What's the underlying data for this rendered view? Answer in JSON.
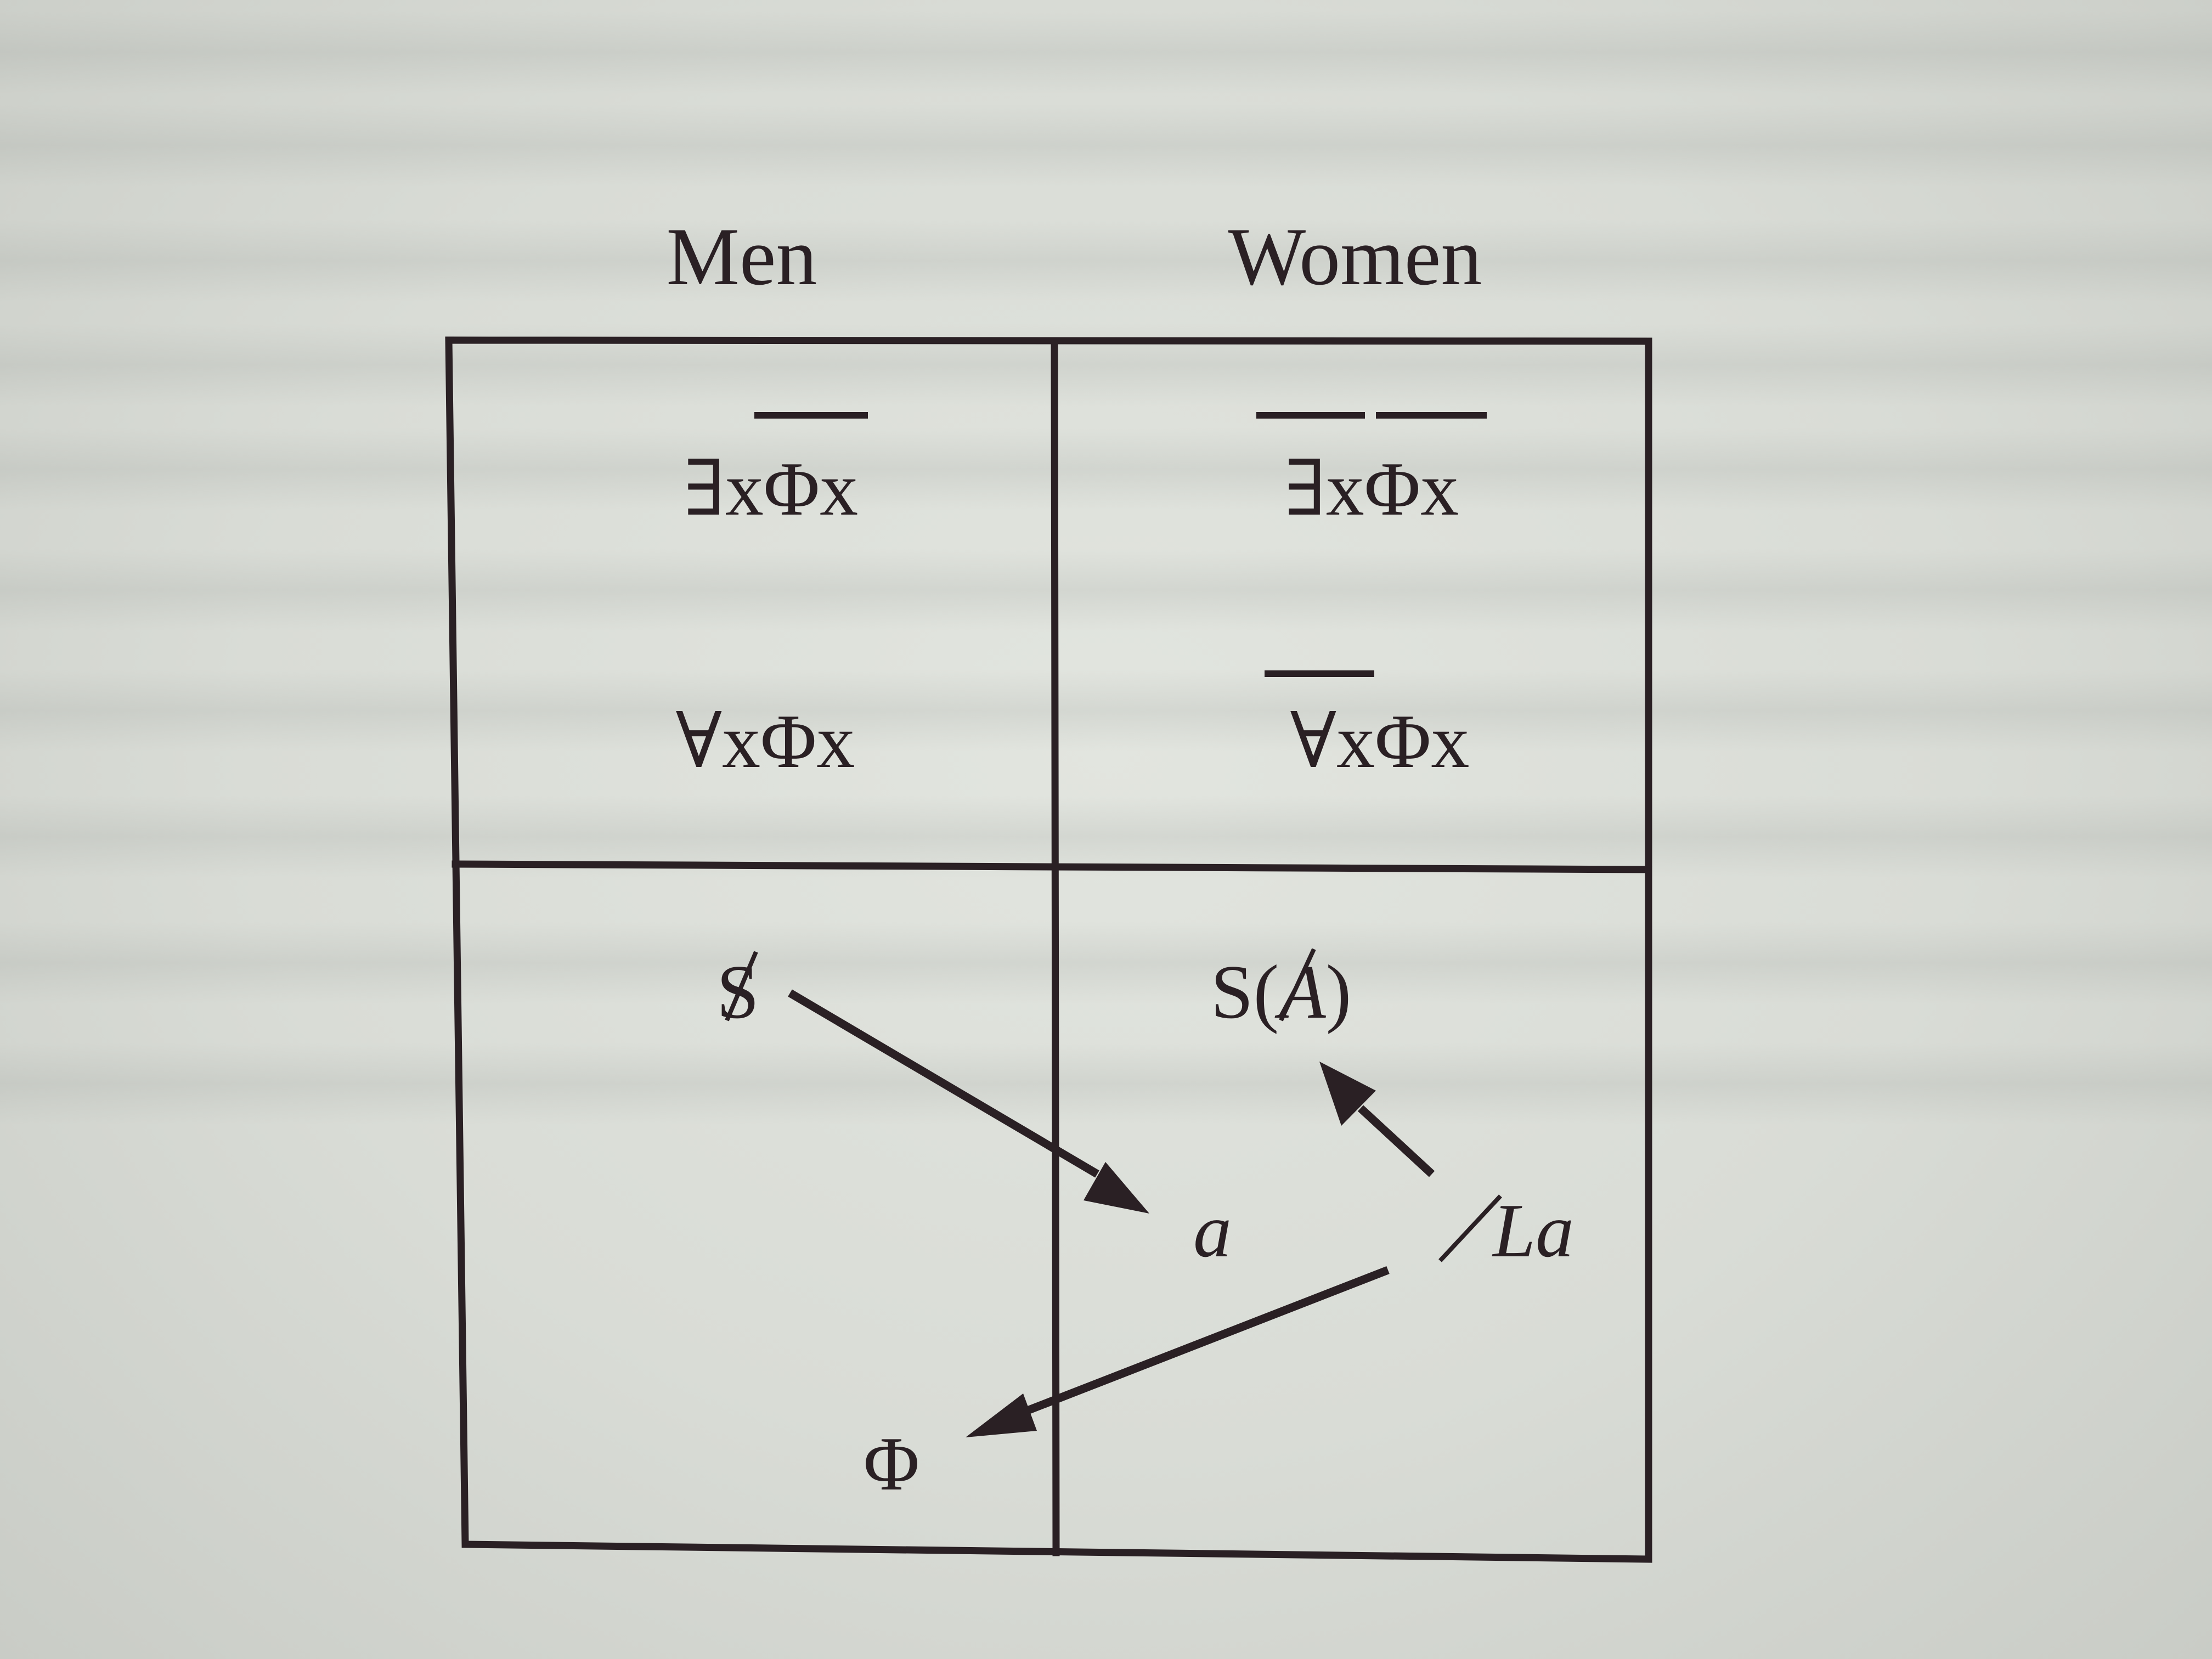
{
  "headers": {
    "left": "Men",
    "right": "Women"
  },
  "top_left": {
    "exists_formula": "∃xΦx",
    "forall_formula": "∀xΦx"
  },
  "top_right": {
    "exists_formula": "∃xΦx",
    "forall_formula": "∀xΦx"
  },
  "bottom_left": {
    "barred_subject": "S",
    "phallus": "Φ"
  },
  "bottom_right": {
    "signifier_prefix": "S(",
    "barred_other": "A",
    "signifier_suffix": ")",
    "object_a": "a",
    "barred_la_l": "L",
    "barred_la_a": "a"
  },
  "colors": {
    "ink": "#2a2024",
    "paper": "#dde0da"
  }
}
